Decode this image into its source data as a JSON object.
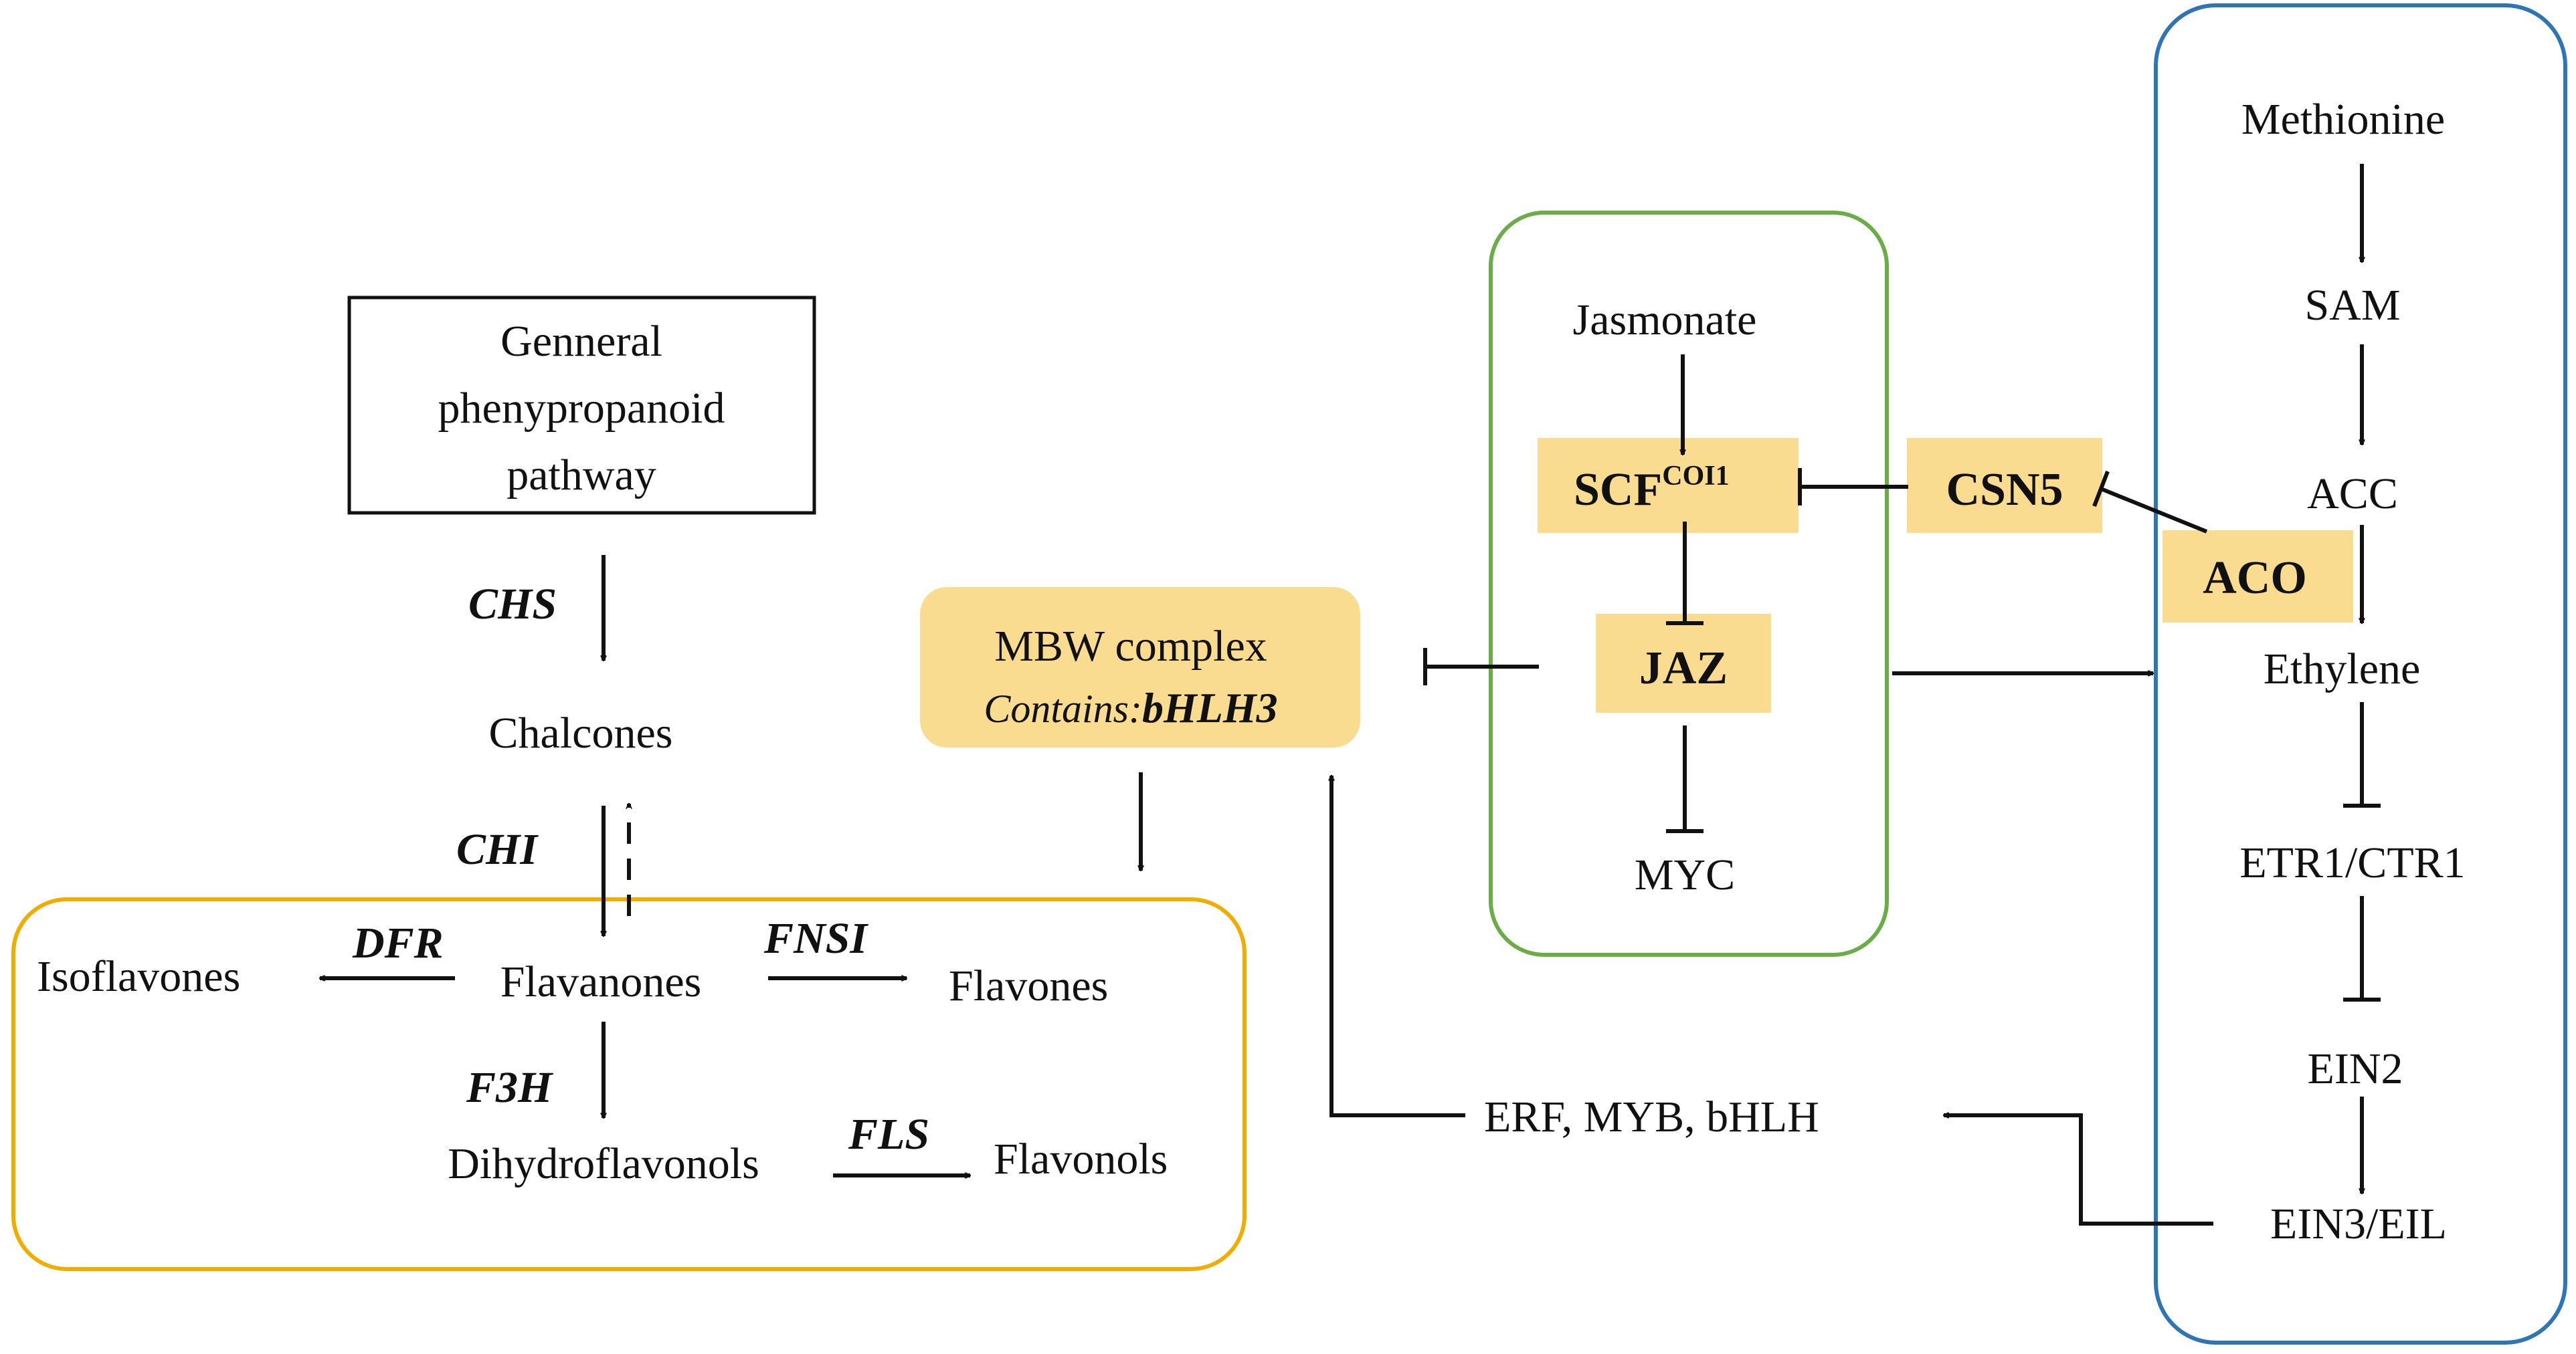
{
  "colors": {
    "highlight": "#f9dc8f",
    "flavonoid_border": "#f0ad00",
    "jasmonate_border": "#6aac45",
    "ethylene_border": "#2e75b6",
    "line": "#111111"
  },
  "phenylpropanoid": {
    "line1": "Genneral",
    "line2": "phenypropanoid",
    "line3": "pathway"
  },
  "flavonoid": {
    "chs": "CHS",
    "chalcones": "Chalcones",
    "chi": "CHI",
    "dfr": "DFR",
    "fnsi": "FNSI",
    "isoflavones": "Isoflavones",
    "flavanones": "Flavanones",
    "flavones": "Flavones",
    "f3h": "F3H",
    "dihydroflavonols": "Dihydroflavonols",
    "fls": "FLS",
    "flavonols": "Flavonols"
  },
  "mbw": {
    "title": "MBW complex",
    "contains_prefix": "Contains:",
    "contains_gene": "bHLH3"
  },
  "jasmonate": {
    "jasmonate": "Jasmonate",
    "scf": "SCF",
    "scf_sup": "COI1",
    "jaz": "JAZ",
    "myc": "MYC"
  },
  "csn5": "CSN5",
  "aco": "ACO",
  "ethylene": {
    "methionine": "Methionine",
    "sam": "SAM",
    "acc": "ACC",
    "ethylene": "Ethylene",
    "etr1_ctr1": "ETR1/CTR1",
    "ein2": "EIN2",
    "ein3_eil": "EIN3/EIL"
  },
  "tfs": "ERF, MYB, bHLH"
}
